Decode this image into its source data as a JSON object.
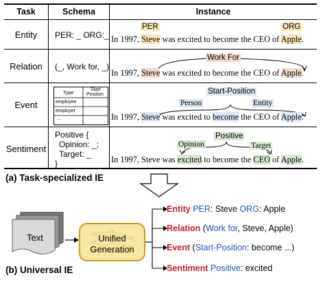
{
  "table": {
    "headers": {
      "task": "Task",
      "schema": "Schema",
      "instance": "Instance"
    },
    "rows": [
      {
        "task": "Entity",
        "schema": "PER: _ ORG:_",
        "sentence": {
          "pre": "In 1997, ",
          "steve": "Steve",
          "mid1": " was excited to become the CEO of ",
          "apple": "Apple",
          "end": "."
        },
        "tags": {
          "per": "PER",
          "org": "ORG"
        }
      },
      {
        "task": "Relation",
        "schema": "(_, Work for, _)",
        "sentence": {
          "pre": "In 1997, ",
          "steve": "Steve",
          "mid1": " was excited to become the CEO of ",
          "apple": "Apple",
          "end": "."
        },
        "tags": {
          "relation": "Work For"
        }
      },
      {
        "task": "Event",
        "schema_table": {
          "header_type": "Type",
          "header_start": "Start",
          "header_position": "Position",
          "rows": [
            "employee",
            "employer",
            "..."
          ]
        },
        "sentence": {
          "pre": "In 1997, ",
          "steve": "Steve",
          "mid1": " was excited to ",
          "become": "become",
          "mid2": " the CEO of ",
          "apple": "Apple",
          "end": "."
        },
        "tags": {
          "trigger": "Start-Position",
          "person": "Person",
          "entity": "Entity"
        }
      },
      {
        "task": "Sentiment",
        "schema_lines": [
          "Positive {",
          "Opinion: _;",
          "Target: _",
          "}"
        ],
        "sentence": {
          "pre": "In 1997, Steve was ",
          "excited": "excited",
          "mid1": " to become the ",
          "ceo": "CEO",
          "mid2": " of ",
          "apple": "Apple",
          "end": "."
        },
        "tags": {
          "positive": "Positive",
          "opinion": "Opinion",
          "target": "Target"
        }
      }
    ]
  },
  "captions": {
    "top": "(a) Task-specialized IE",
    "bottom": "(b) Universal IE"
  },
  "diagram": {
    "input_label": "Text",
    "model_label_1": "Unified",
    "model_label_2": "Generation",
    "outputs": [
      {
        "label": "Entity",
        "parts": [
          "PER",
          ": Steve ",
          "ORG",
          ": Apple"
        ]
      },
      {
        "label": "Relation",
        "parts": [
          "(",
          "Work for",
          ", Steve, Apple)"
        ]
      },
      {
        "label": "Event",
        "parts": [
          "(",
          "Start-Position",
          ": become ...)"
        ]
      },
      {
        "label": "Sentiment",
        "parts": [
          "Positive",
          ": excited"
        ]
      }
    ]
  },
  "colors": {
    "entity_tag": "#fbe4b6",
    "relation_tag": "#f6d8cb",
    "event_tag": "#d9e6f4",
    "sentiment_tag": "#d8ead2",
    "output_label_red": "#c0202a",
    "output_value_blue": "#1f55b6",
    "model_box_fill": "#fae6a3",
    "model_box_border": "#c99a24"
  }
}
